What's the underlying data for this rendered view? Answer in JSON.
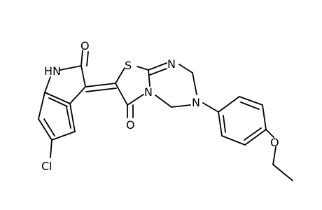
{
  "molecule": {
    "labels": {
      "o_ketone_top": "O",
      "nh": "HN",
      "s": "S",
      "n_imine": "N",
      "n_bridge": "N",
      "n_amine": "N",
      "o_carbonyl": "O",
      "cl": "Cl",
      "o_ether": "O"
    }
  },
  "colors": {
    "background": "#ffffff",
    "bond": "#000000",
    "text": "#000000"
  }
}
